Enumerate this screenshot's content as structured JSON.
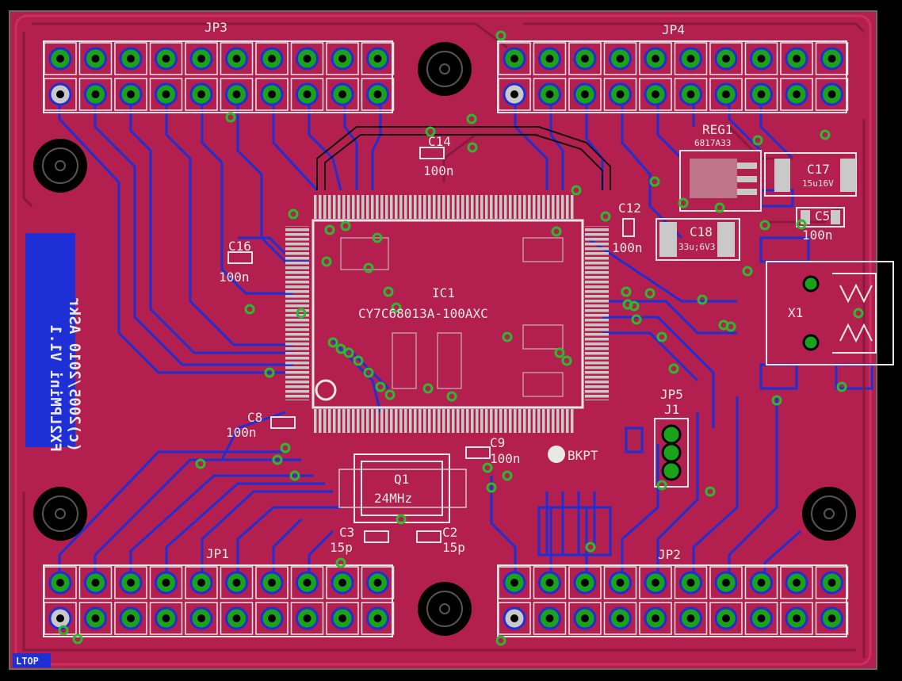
{
  "colors": {
    "background": "#000000",
    "copper_top": "#b3204f",
    "copper_bottom": "#1e2fd6",
    "silk": "#e8e8e8",
    "pad": "#1aa31a",
    "via": "#2fb82f"
  },
  "headers": {
    "jp3": "JP3",
    "jp4": "JP4",
    "jp1": "JP1",
    "jp2": "JP2",
    "jp5": "JP5",
    "j1": "J1"
  },
  "components": {
    "ic1_name": "IC1",
    "ic1_value": "CY7C68013A-100AXC",
    "reg1_name": "REG1",
    "reg1_value": "6817A33",
    "c17_name": "C17",
    "c17_value": "15u16V",
    "c5_name": "C5",
    "c5_value": "100n",
    "c18_name": "C18",
    "c18_value": "33u;6V3",
    "c12_name": "C12",
    "c12_value": "100n",
    "c14_name": "C14",
    "c14_value": "100n",
    "c16_name": "C16",
    "c16_value": "100n",
    "c8_name": "C8",
    "c8_value": "100n",
    "c9_name": "C9",
    "c9_value": "100n",
    "q1_name": "Q1",
    "q1_value": "24MHz",
    "c3_name": "C3",
    "c3_value": "15p",
    "c2_name": "C2",
    "c2_value": "15p",
    "x1_name": "X1",
    "bkpt": "BKPT"
  },
  "board_title": {
    "line1": "FX2LPMini V1.1",
    "line2": "(c)2005/2010 ASkr"
  },
  "corner_label": "LTOP"
}
